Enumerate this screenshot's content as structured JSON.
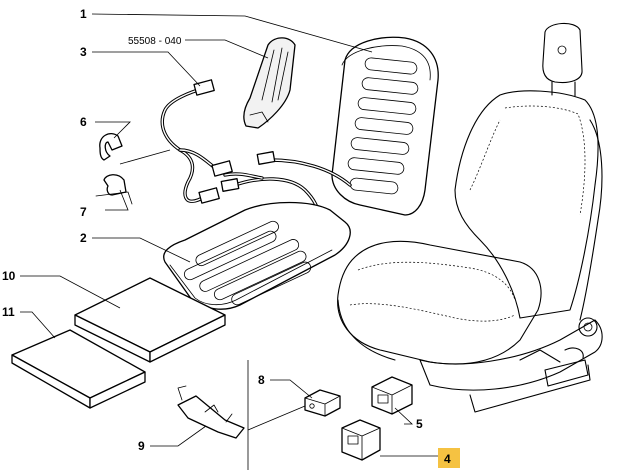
{
  "callouts": {
    "c1": "1",
    "c2": "2",
    "c3": "3",
    "c4": "4",
    "c5": "5",
    "c6": "6",
    "c7": "7",
    "c8": "8",
    "c9": "9",
    "c10": "10",
    "c11": "11"
  },
  "part_number_label": "55508 - 040",
  "colors": {
    "highlight": "#f5c242",
    "line": "#000000",
    "background": "#ffffff"
  }
}
